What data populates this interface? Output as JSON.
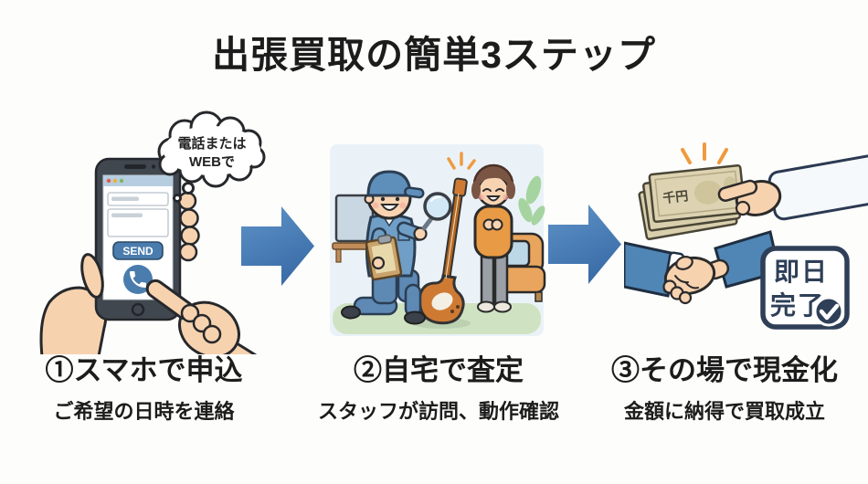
{
  "page": {
    "title": "出張買取の簡単3ステップ",
    "background": "#fdfdfb"
  },
  "steps": [
    {
      "heading": "①スマホで申込",
      "subtitle": "ご希望の日時を連絡",
      "bubble": {
        "line1": "電話または",
        "line2": "WEBで"
      },
      "phone": {
        "send_label": "SEND"
      }
    },
    {
      "heading": "②自宅で査定",
      "subtitle": "スタッフが訪問、動作確認"
    },
    {
      "heading": "③その場で現金化",
      "subtitle": "金額に納得で買取成立",
      "banknote_label": "千円",
      "badge": {
        "line1": "即日",
        "line2": "完了"
      }
    }
  ],
  "colors": {
    "arrow_blue_light": "#5e93c8",
    "arrow_blue_dark": "#3b6da8",
    "accent_navy": "#2e3f57",
    "uniform_blue": "#6f9ec6",
    "button_blue": "#4a7cad",
    "sweater_orange": "#e89a44",
    "guitar_orange": "#cf7a33",
    "skin": "#f7d2af",
    "room_bg": "#eaf2f8",
    "rug_green": "#cfe3c2",
    "banknote_tan": "#ddd3b2",
    "text_black": "#1c1c1c"
  }
}
